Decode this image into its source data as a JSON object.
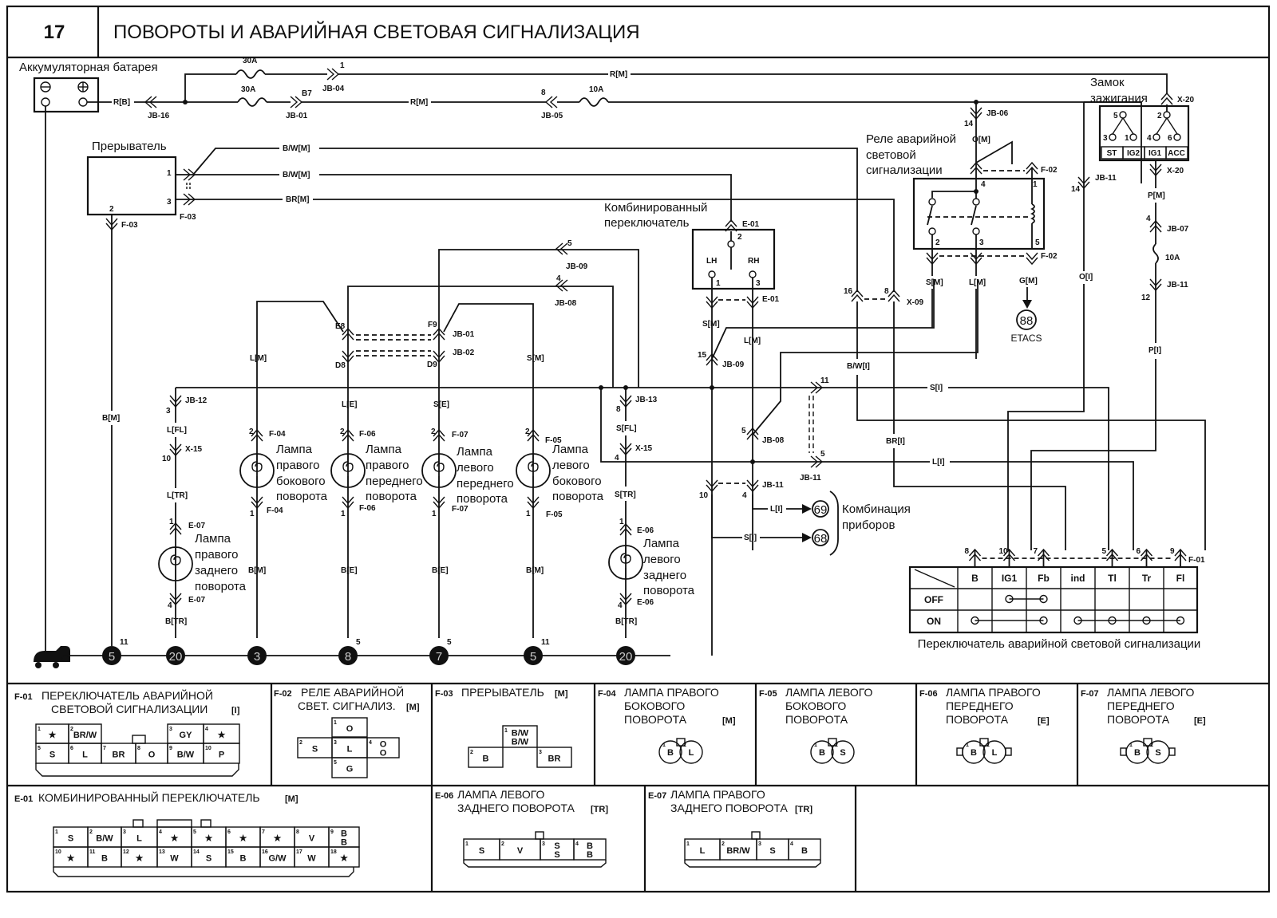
{
  "header": {
    "page_number": "17",
    "title": "ПОВОРОТЫ И АВАРИЙНАЯ СВЕТОВАЯ СИГНАЛИЗАЦИЯ"
  },
  "components": {
    "battery": "Аккумуляторная батарея",
    "flasher": "Прерыватель",
    "combo_switch_l1": "Комбинированный",
    "combo_switch_l2": "переключатель",
    "combo_lh": "LH",
    "combo_rh": "RH",
    "hazard_relay_l1": "Реле аварийной",
    "hazard_relay_l2": "световой",
    "hazard_relay_l3": "сигнализации",
    "ignition_l1": "Замок",
    "ignition_l2": "зажигания",
    "ignition_terms": [
      "ST",
      "IG2",
      "IG1",
      "ACC"
    ],
    "ignition_pins": [
      "5",
      "2",
      "3",
      "1",
      "4",
      "6"
    ],
    "etacs": "ETACS",
    "etacs_ref": "88",
    "cluster_l1": "Комбинация",
    "cluster_l2": "приборов",
    "cluster_refs": [
      "69",
      "68"
    ],
    "hazard_switch_caption": "Переключатель аварийной световой сигнализации"
  },
  "fuses": {
    "f1": "30A",
    "f2": "30A",
    "f3": "10A",
    "f4": "10A"
  },
  "wires": {
    "rb": "R[B]",
    "rm1": "R[M]",
    "rm2": "R[M]",
    "bwm1": "B/W[M]",
    "bwm2": "B/W[M]",
    "brm": "BR[M]",
    "om": "O[M]",
    "sm_relay": "S[M]",
    "lm_relay": "L[M]",
    "gm_relay": "G[M]",
    "oi": "O[I]",
    "pm": "P[M]",
    "pi": "P[I]",
    "bm_flasher": "B[M]",
    "lm_lamp": "L[M]",
    "le": "L[E]",
    "se": "S[E]",
    "sm_lamp": "S[M]",
    "lfl": "L[FL]",
    "ltr": "L[TR]",
    "btr1": "B[TR]",
    "bm_f04": "B[M]",
    "be_f06": "B[E]",
    "be_f07": "B[E]",
    "bm_f05": "B[M]",
    "sfl": "S[FL]",
    "str": "S[TR]",
    "btr2": "B[TR]",
    "sm_combo": "S[M]",
    "lm_combo": "L[M]",
    "bwi": "B/W[I]",
    "bri": "BR[I]",
    "si": "S[I]",
    "li": "L[I]",
    "li2": "L[I]",
    "si2": "S[I]"
  },
  "connectors": {
    "jb16": "JB-16",
    "jb01": "JB-01",
    "jb01_pin": "B7",
    "jb04": "JB-04",
    "jb04_pin": "1",
    "jb05": "JB-05",
    "jb05_pin": "8",
    "jb06": "JB-06",
    "jb06_pin": "14",
    "f02": "F-02",
    "f03": "F-03",
    "e01": "E-01",
    "x20": "X-20",
    "jb11": "JB-11",
    "jb11_pin14": "14",
    "jb07": "JB-07",
    "jb07_pin": "4",
    "jb11_pin12": "12",
    "jb09": "JB-09",
    "jb09_pin5": "5",
    "jb08": "JB-08",
    "jb08_pin4": "4",
    "e8": "E8",
    "f9": "F9",
    "d8": "D8",
    "d9": "D9",
    "jb02": "JB-02",
    "jb12": "JB-12",
    "jb12_pin": "3",
    "x15": "X-15",
    "x15_pin10": "10",
    "x15_pin4": "4",
    "e07": "E-07",
    "e06": "E-06",
    "f04": "F-04",
    "f05": "F-05",
    "f06": "F-06",
    "f07": "F-07",
    "jb13": "JB-13",
    "jb13_pin": "8",
    "x09": "X-09",
    "x09_pin16": "16",
    "x09_pin8": "8",
    "jb09_pin15": "15",
    "jb08_pin5": "5",
    "jb11_pin11": "11",
    "jb11_pin5": "5",
    "jb11_pin10": "10",
    "jb11_pin4": "4",
    "f01": "F-01"
  },
  "lamps": [
    {
      "l1": "Лампа",
      "l2": "правого",
      "l3": "заднего",
      "l4": "поворота"
    },
    {
      "l1": "Лампа",
      "l2": "правого",
      "l3": "бокового",
      "l4": "поворота"
    },
    {
      "l1": "Лампа",
      "l2": "правого",
      "l3": "переднего",
      "l4": "поворота"
    },
    {
      "l1": "Лампа",
      "l2": "левого",
      "l3": "переднего",
      "l4": "поворота"
    },
    {
      "l1": "Лампа",
      "l2": "левого",
      "l3": "бокового",
      "l4": "поворота"
    },
    {
      "l1": "Лампа",
      "l2": "левого",
      "l3": "заднего",
      "l4": "поворота"
    }
  ],
  "grounds": [
    {
      "id": "G",
      "pin": ""
    },
    {
      "id": "5",
      "pin": "11"
    },
    {
      "id": "20",
      "pin": ""
    },
    {
      "id": "3",
      "pin": ""
    },
    {
      "id": "8",
      "pin": "5"
    },
    {
      "id": "7",
      "pin": "5"
    },
    {
      "id": "5",
      "pin": "11"
    },
    {
      "id": "20",
      "pin": ""
    }
  ],
  "hazard_switch_table": {
    "pins": [
      "8",
      "10",
      "7",
      "5",
      "6",
      "9"
    ],
    "columns": [
      "B",
      "IG1",
      "Fb",
      "ind",
      "Tl",
      "Tr",
      "Fl"
    ],
    "rows": [
      "OFF",
      "ON"
    ]
  },
  "connector_views": {
    "f01": {
      "code": "F-01",
      "title1": "ПЕРЕКЛЮЧАТЕЛЬ АВАРИЙНОЙ",
      "title2": "СВЕТОВОЙ СИГНАЛИЗАЦИИ",
      "tag": "[I]",
      "top": [
        {
          "n": "1",
          "v": "★"
        },
        {
          "n": "2",
          "v": "BR/W"
        },
        {
          "n": "3",
          "v": "GY"
        },
        {
          "n": "4",
          "v": "★"
        }
      ],
      "bottom": [
        {
          "n": "5",
          "v": "S"
        },
        {
          "n": "6",
          "v": "L"
        },
        {
          "n": "7",
          "v": "BR"
        },
        {
          "n": "8",
          "v": "O"
        },
        {
          "n": "9",
          "v": "B/W"
        },
        {
          "n": "10",
          "v": "P"
        }
      ]
    },
    "f02": {
      "code": "F-02",
      "title1": "РЕЛЕ АВАРИЙНОЙ",
      "title2": "СВЕТ. СИГНАЛИЗ.",
      "tag": "[M]",
      "cells": [
        {
          "n": "1",
          "v": "O"
        },
        {
          "n": "2",
          "v": "S"
        },
        {
          "n": "3",
          "v": "L"
        },
        {
          "n": "4",
          "v": "O"
        },
        {
          "n": "4b",
          "v": "O"
        },
        {
          "n": "5",
          "v": "G"
        }
      ]
    },
    "f03": {
      "code": "F-03",
      "title1": "ПРЕРЫВАТЕЛЬ",
      "tag": "[M]",
      "cells": [
        {
          "n": "1",
          "v": "B/W",
          "v2": "B/W"
        },
        {
          "n": "2",
          "v": "B"
        },
        {
          "n": "3",
          "v": "BR"
        }
      ]
    },
    "f04": {
      "code": "F-04",
      "title1": "ЛАМПА ПРАВОГО",
      "title2": "БОКОВОГО",
      "title3": "ПОВОРОТА",
      "tag": "[M]",
      "pins": [
        "B",
        "L"
      ]
    },
    "f05": {
      "code": "F-05",
      "title1": "ЛАМПА ЛЕВОГО",
      "title2": "БОКОВОГО",
      "title3": "ПОВОРОТА",
      "tag": "",
      "pins": [
        "B",
        "S"
      ]
    },
    "f06": {
      "code": "F-06",
      "title1": "ЛАМПА ПРАВОГО",
      "title2": "ПЕРЕДНЕГО",
      "title3": "ПОВОРОТА",
      "tag": "[E]",
      "pins": [
        "B",
        "L"
      ]
    },
    "f07": {
      "code": "F-07",
      "title1": "ЛАМПА ЛЕВОГО",
      "title2": "ПЕРЕДНЕГО",
      "title3": "ПОВОРОТА",
      "tag": "[E]",
      "pins": [
        "B",
        "S"
      ]
    },
    "e01": {
      "code": "E-01",
      "title1": "КОМБИНИРОВАННЫЙ ПЕРЕКЛЮЧАТЕЛЬ",
      "tag": "[M]",
      "top": [
        {
          "n": "1",
          "v": "S"
        },
        {
          "n": "2",
          "v": "B/W"
        },
        {
          "n": "3",
          "v": "L"
        },
        {
          "n": "4",
          "v": "★"
        },
        {
          "n": "5",
          "v": "★"
        },
        {
          "n": "6",
          "v": "★"
        },
        {
          "n": "7",
          "v": "★"
        },
        {
          "n": "8",
          "v": "V"
        },
        {
          "n": "9",
          "v": "B",
          "v2": "B"
        }
      ],
      "bottom": [
        {
          "n": "10",
          "v": "★"
        },
        {
          "n": "11",
          "v": "B"
        },
        {
          "n": "12",
          "v": "★"
        },
        {
          "n": "13",
          "v": "W"
        },
        {
          "n": "14",
          "v": "S"
        },
        {
          "n": "15",
          "v": "B"
        },
        {
          "n": "16",
          "v": "G/W"
        },
        {
          "n": "17",
          "v": "W"
        },
        {
          "n": "18",
          "v": "★"
        }
      ]
    },
    "e06": {
      "code": "E-06",
      "title1": "ЛАМПА ЛЕВОГО",
      "title2": "ЗАДНЕГО ПОВОРОТА",
      "tag": "[TR]",
      "cells": [
        {
          "n": "1",
          "v": "S"
        },
        {
          "n": "2",
          "v": "V"
        },
        {
          "n": "3",
          "v": "S",
          "v2": "S"
        },
        {
          "n": "4",
          "v": "B",
          "v2": "B"
        }
      ]
    },
    "e07": {
      "code": "E-07",
      "title1": "ЛАМПА ПРАВОГО",
      "title2": "ЗАДНЕГО ПОВОРОТА",
      "tag": "[TR]",
      "cells": [
        {
          "n": "1",
          "v": "L"
        },
        {
          "n": "2",
          "v": "BR/W"
        },
        {
          "n": "3",
          "v": "S"
        },
        {
          "n": "4",
          "v": "B"
        }
      ]
    }
  }
}
